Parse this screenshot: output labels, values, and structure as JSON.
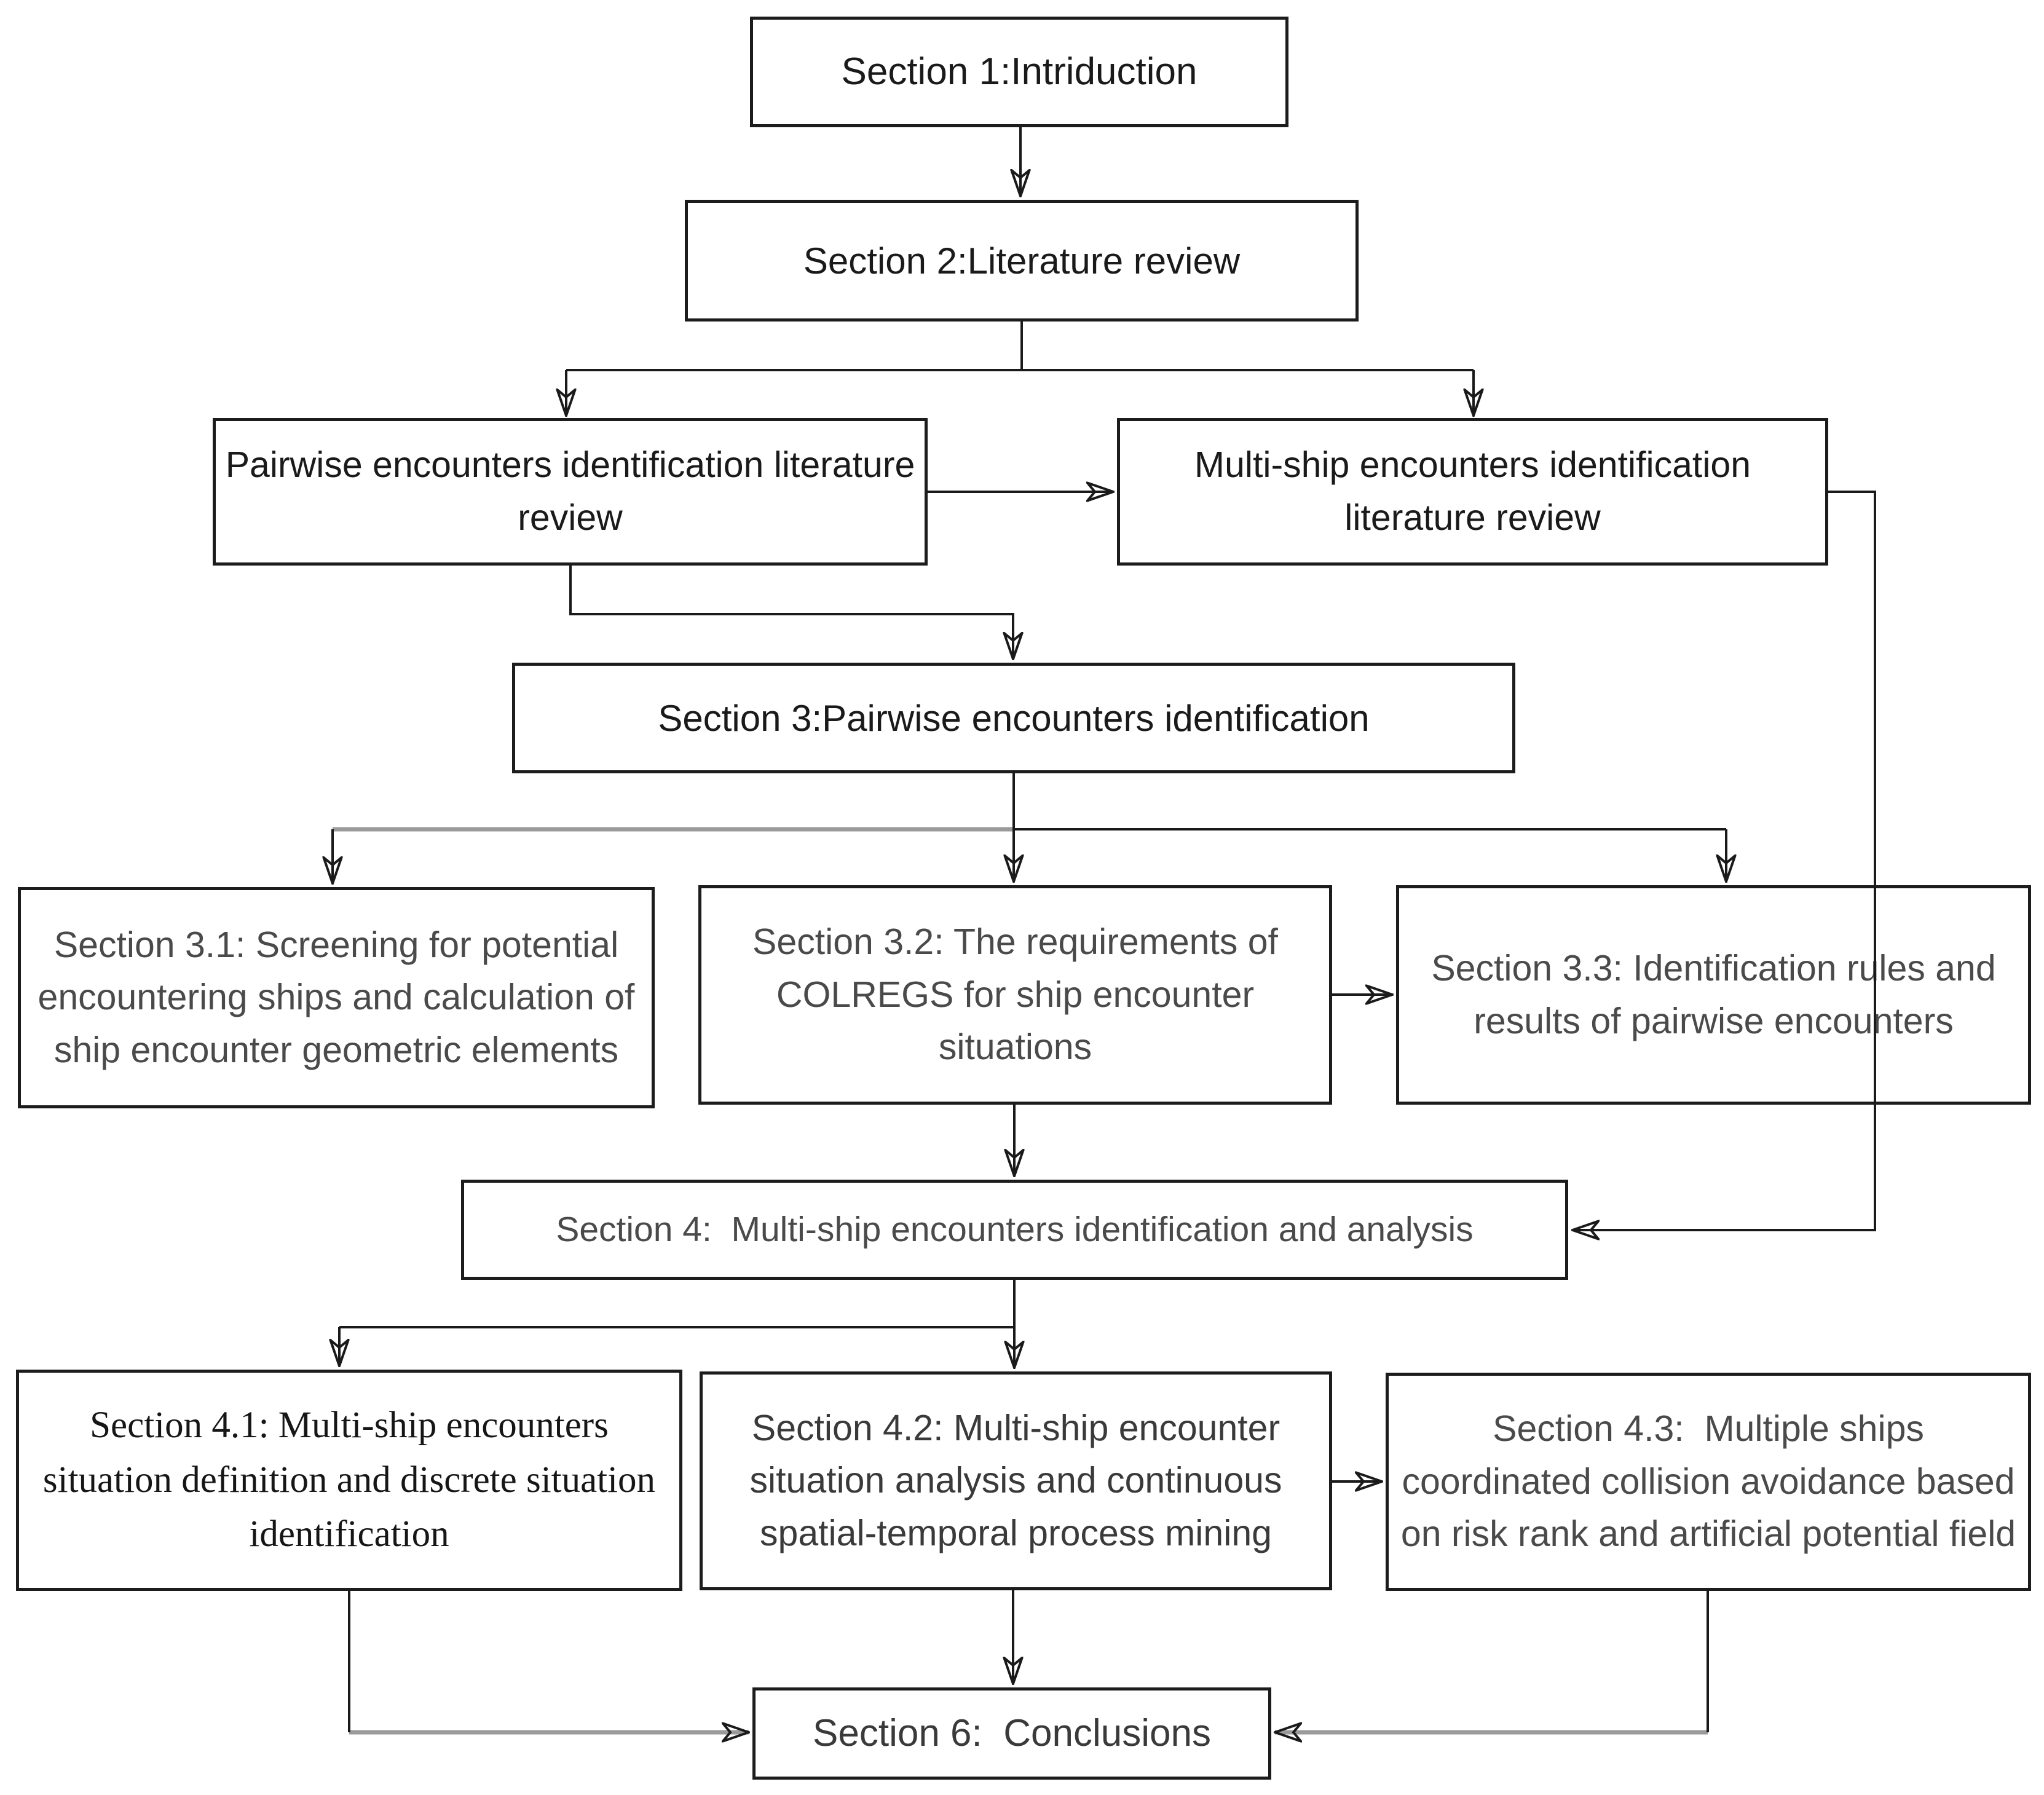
{
  "figure": {
    "type": "flowchart",
    "description": "Paper structure flowchart of sections 1-6",
    "background": "#ffffff"
  },
  "colors": {
    "box_border": "#1c1c1c",
    "box_fill": "#ffffff",
    "line": "#1a1a1a",
    "muted_line": "#9a9a9a",
    "text_dark": "#1f1f1f",
    "text_gray": "#4a4a4a"
  },
  "nodes": {
    "s1": {
      "label": "Section 1:Intriduction"
    },
    "s2": {
      "label": "Section 2:Literature review"
    },
    "pairwise_lit": {
      "label": "Pairwise encounters identification literature review"
    },
    "multi_lit": {
      "label": "Multi-ship encounters identification literature review"
    },
    "s3": {
      "label": "Section 3:Pairwise encounters identification"
    },
    "s31": {
      "label": "Section 3.1: Screening for potential encountering ships and calculation of ship encounter geometric elements"
    },
    "s32": {
      "label": "Section 3.2: The requirements of COLREGS for ship encounter situations"
    },
    "s33": {
      "label": "Section 3.3: Identification rules and results of pairwise encounters"
    },
    "s4": {
      "label": "Section 4:  Multi-ship encounters identification and analysis"
    },
    "s41": {
      "label": "Section 4.1: Multi-ship encounters situation definition and discrete situation identification"
    },
    "s42": {
      "label": "Section 4.2: Multi-ship encounter situation analysis and continuous spatial-temporal process mining"
    },
    "s43": {
      "label": "Section 4.3:  Multiple ships coordinated collision avoidance based on risk rank and artificial potential field"
    },
    "s6": {
      "label": "Section 6:  Conclusions"
    }
  },
  "edges": [
    {
      "from": "s1",
      "to": "s2"
    },
    {
      "from": "s2",
      "to": "pairwise_lit"
    },
    {
      "from": "s2",
      "to": "multi_lit"
    },
    {
      "from": "pairwise_lit",
      "to": "multi_lit"
    },
    {
      "from": "pairwise_lit",
      "to": "s3"
    },
    {
      "from": "multi_lit",
      "to": "s4"
    },
    {
      "from": "s3",
      "to": "s31"
    },
    {
      "from": "s3",
      "to": "s32"
    },
    {
      "from": "s3",
      "to": "s33"
    },
    {
      "from": "s32",
      "to": "s33"
    },
    {
      "from": "s32",
      "to": "s4"
    },
    {
      "from": "s4",
      "to": "s41"
    },
    {
      "from": "s4",
      "to": "s42"
    },
    {
      "from": "s42",
      "to": "s43"
    },
    {
      "from": "s41",
      "to": "s6"
    },
    {
      "from": "s42",
      "to": "s6"
    },
    {
      "from": "s43",
      "to": "s6"
    }
  ]
}
